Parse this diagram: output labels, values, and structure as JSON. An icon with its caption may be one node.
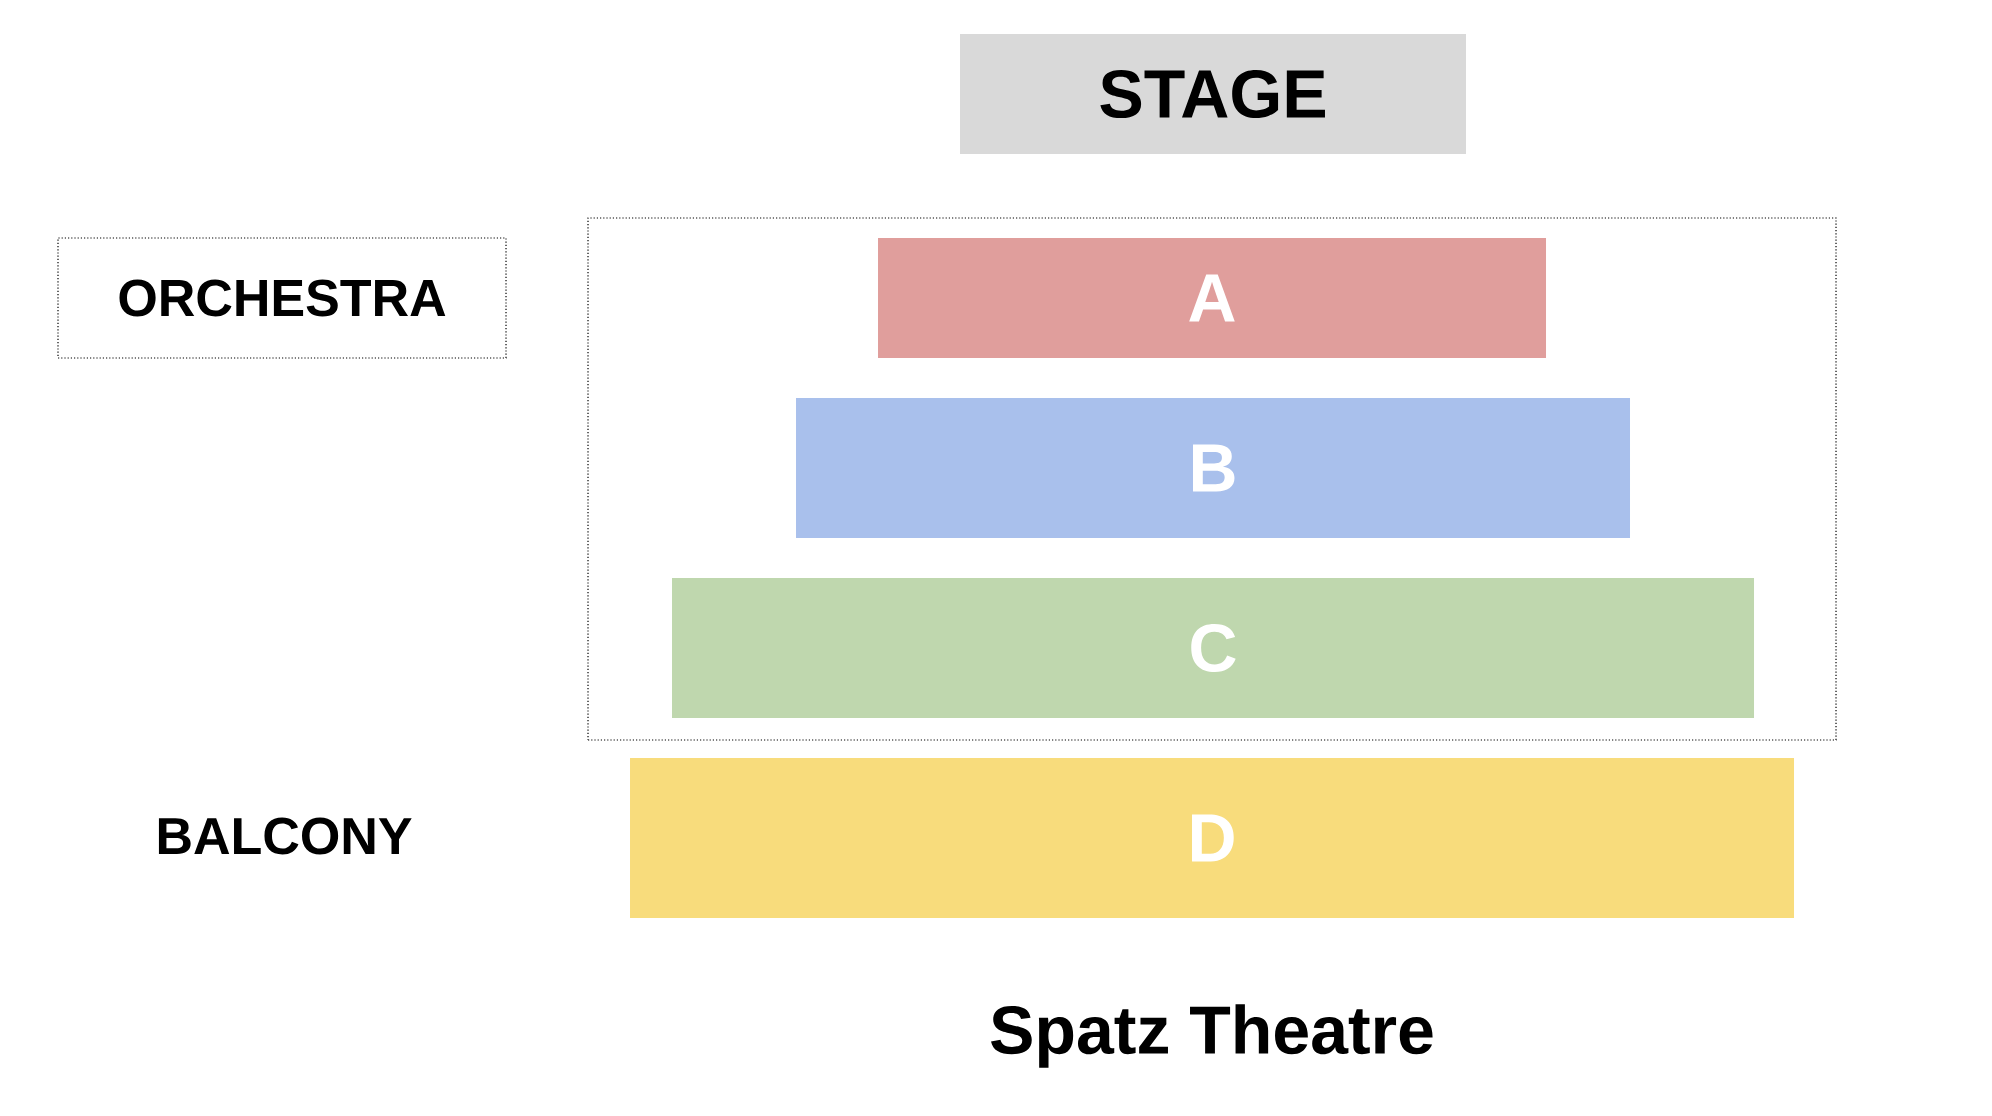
{
  "diagram": {
    "caption": "Spatz Theatre",
    "nodes": [
      {
        "text": [
          "STAGE"
        ]
      },
      {
        "text": [
          "ORCHESTRA"
        ]
      },
      {
        "text": [],
        "shape": "box"
      },
      {
        "text": [
          "A"
        ],
        "in": 2
      },
      {
        "text": [
          "B"
        ],
        "in": 2
      },
      {
        "text": [
          "C"
        ],
        "in": 2
      },
      {
        "text": [
          "D"
        ]
      }
    ],
    "labels": [
      "BALCONY"
    ]
  }
}
